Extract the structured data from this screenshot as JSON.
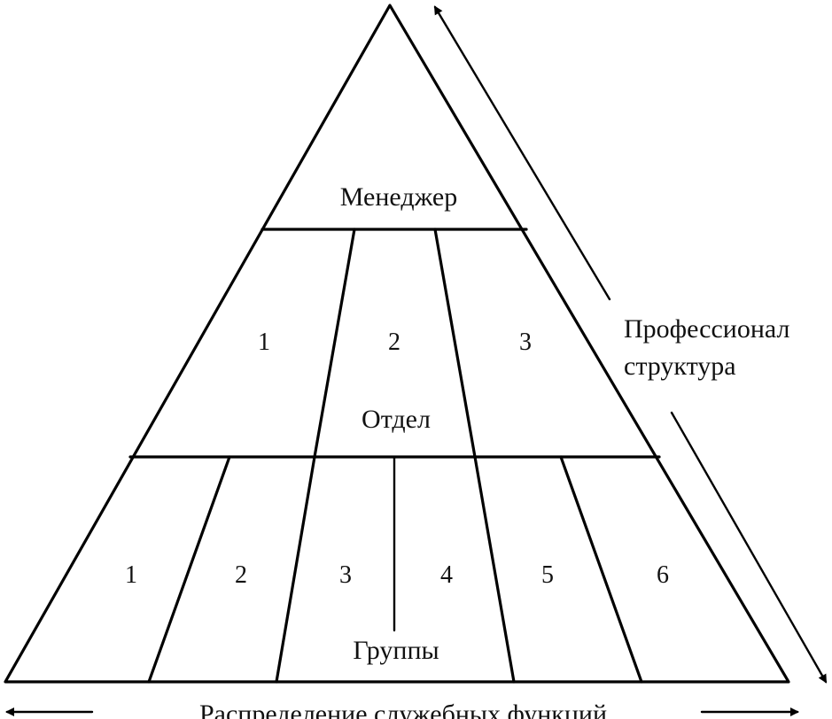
{
  "pyramid": {
    "top_label": "Менеджер",
    "department_numbers": [
      "1",
      "2",
      "3"
    ],
    "department_label": "Отдел",
    "group_numbers": [
      "1",
      "2",
      "3",
      "4",
      "5",
      "6"
    ],
    "groups_label": "Группы"
  },
  "side_axis": {
    "line1": "Профессионал",
    "line2": "структура"
  },
  "bottom_axis": {
    "label": "Распределение служебных функций"
  }
}
